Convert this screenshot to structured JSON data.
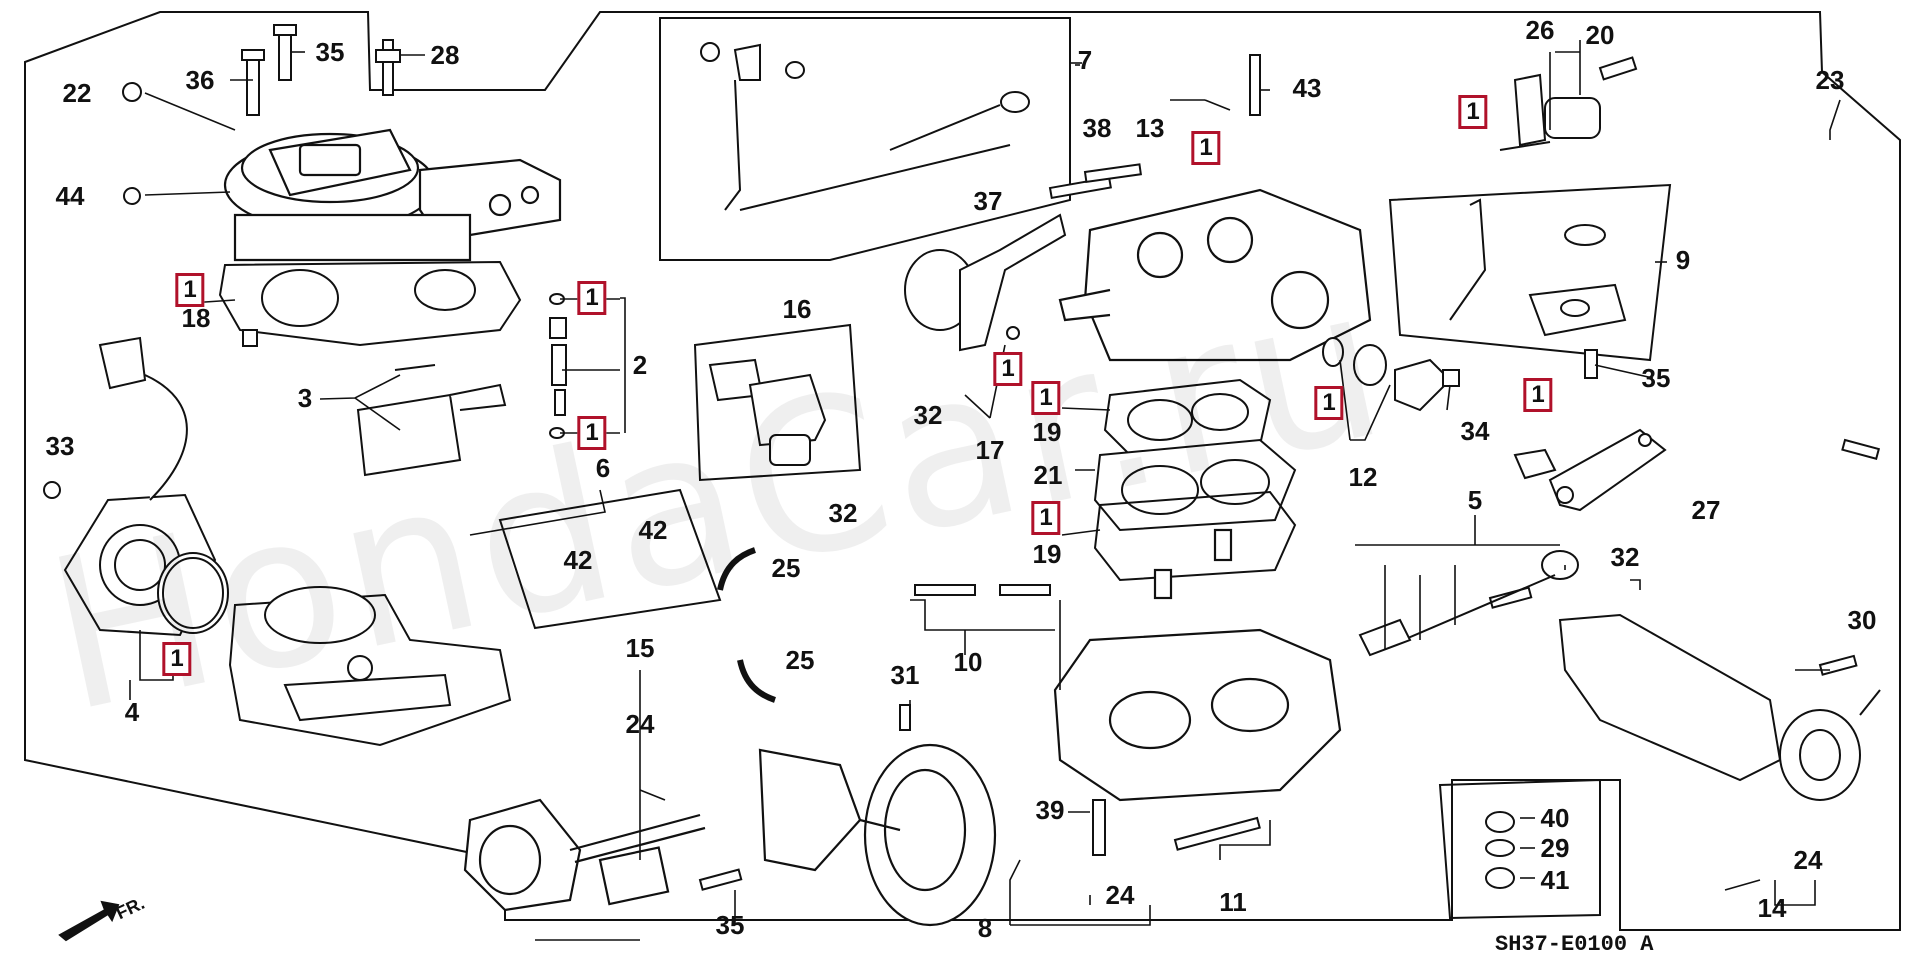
{
  "watermark": "HondaCar.ru",
  "diagram_code": "SH37-E0100",
  "diagram_suffix": "A",
  "direction_label": "FR.",
  "boxed_marker": "1",
  "callouts": {
    "c2": "2",
    "c3": "3",
    "c4": "4",
    "c5": "5",
    "c6": "6",
    "c7": "7",
    "c8": "8",
    "c9": "9",
    "c10": "10",
    "c11": "11",
    "c12": "12",
    "c13": "13",
    "c14": "14",
    "c15": "15",
    "c16": "16",
    "c17": "17",
    "c18": "18",
    "c19a": "19",
    "c19b": "19",
    "c20": "20",
    "c21": "21",
    "c22": "22",
    "c23": "23",
    "c24a": "24",
    "c24b": "24",
    "c24c": "24",
    "c25a": "25",
    "c25b": "25",
    "c26": "26",
    "c27": "27",
    "c28": "28",
    "c29": "29",
    "c30": "30",
    "c31": "31",
    "c32a": "32",
    "c32b": "32",
    "c32c": "32",
    "c33": "33",
    "c34": "34",
    "c35a": "35",
    "c35b": "35",
    "c35c": "35",
    "c36": "36",
    "c37": "37",
    "c38": "38",
    "c39": "39",
    "c40": "40",
    "c41": "41",
    "c42a": "42",
    "c42b": "42",
    "c43": "43",
    "c44": "44"
  },
  "colors": {
    "line": "#111111",
    "marker": "#b0112a"
  }
}
